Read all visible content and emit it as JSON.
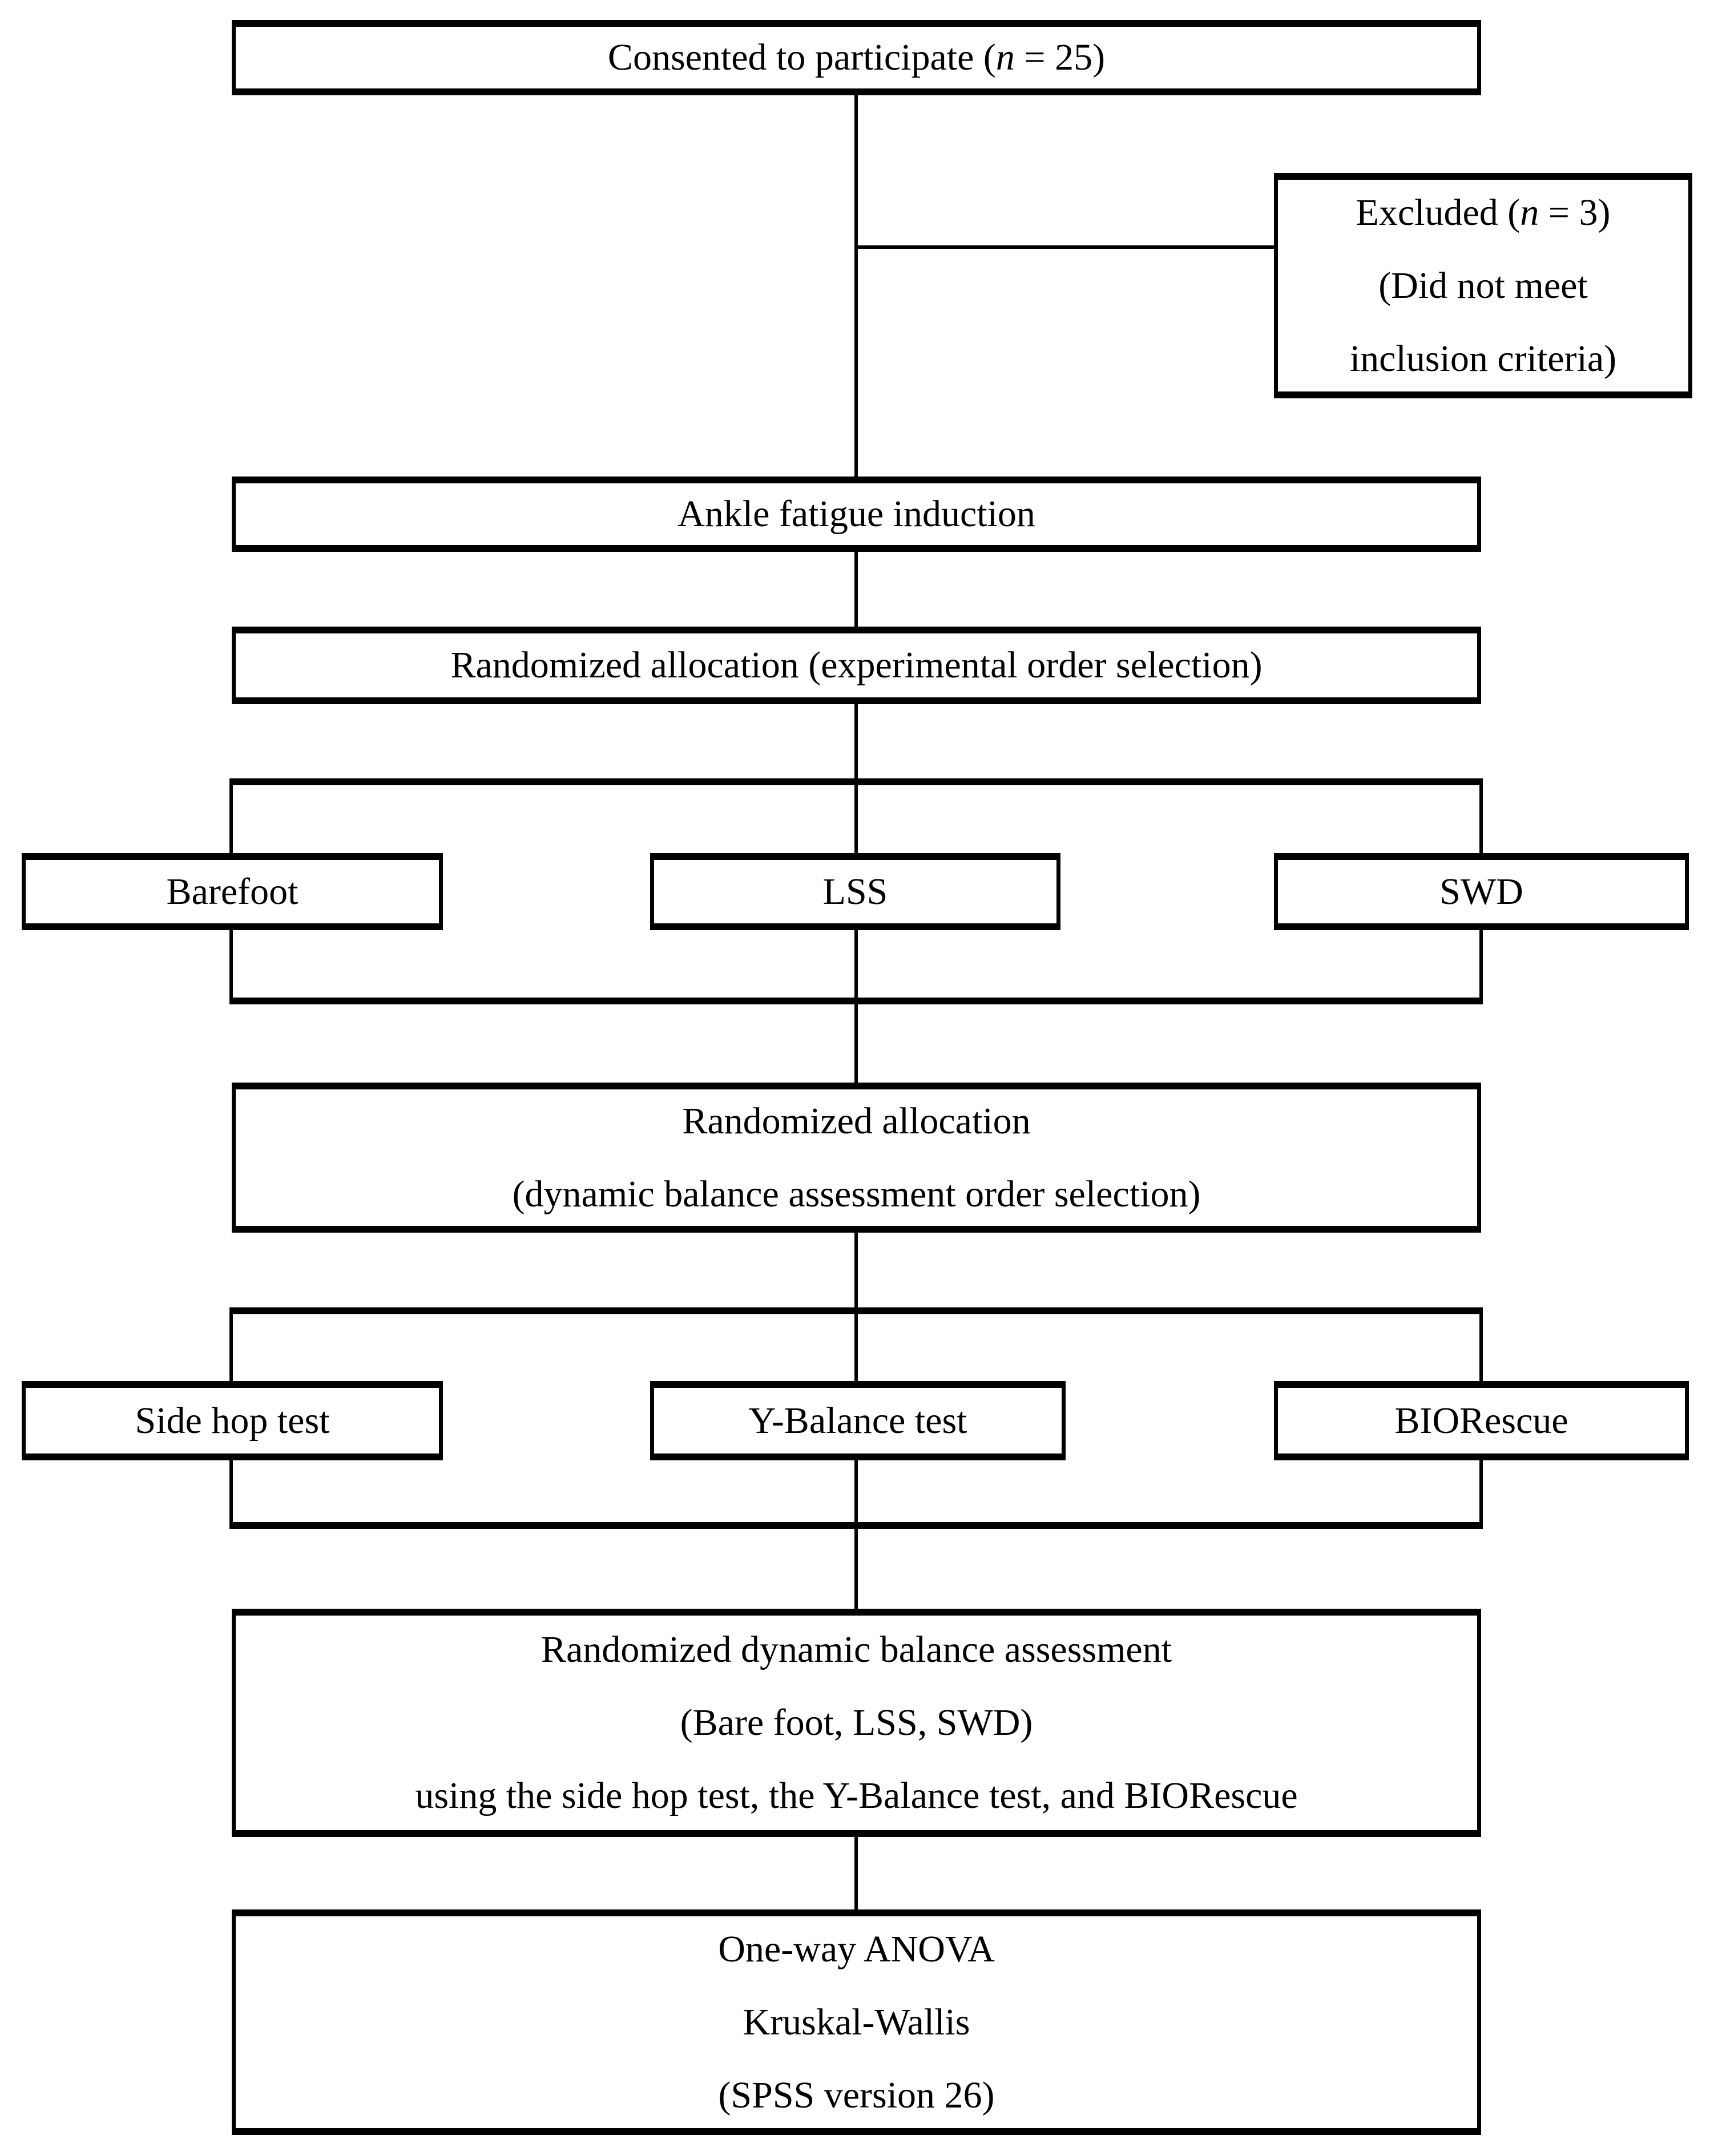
{
  "nodes": {
    "consent": {
      "pre": "Consented to participate (",
      "var": "n",
      "post": " = 25)"
    },
    "excluded": {
      "line1_pre": "Excluded (",
      "line1_var": "n",
      "line1_post": " = 3)",
      "line2": "(Did not meet",
      "line3": "inclusion criteria)"
    },
    "ankle_fatigue": {
      "text": "Ankle fatigue induction"
    },
    "randomization1": {
      "text": "Randomized allocation (experimental order selection)"
    },
    "condition_barefoot": {
      "text": "Barefoot"
    },
    "condition_lss": {
      "text": "LSS"
    },
    "condition_swd": {
      "text": "SWD"
    },
    "randomization2": {
      "line1": "Randomized allocation",
      "line2": "(dynamic balance assessment order selection)"
    },
    "test_side_hop": {
      "text": "Side hop test"
    },
    "test_y_balance": {
      "text": "Y-Balance test"
    },
    "test_biorescue": {
      "text": "BIORescue"
    },
    "assessment": {
      "line1": "Randomized dynamic balance assessment",
      "line2": "(Bare foot, LSS, SWD)",
      "line3": "using the side hop test, the Y-Balance test, and BIORescue"
    },
    "statistics": {
      "line1": "One-way ANOVA",
      "line2": "Kruskal-Wallis",
      "line3": "(SPSS version 26)"
    }
  },
  "colors": {
    "line": "#000000",
    "box_fill": "#ffffff",
    "background": "#ffffff",
    "text": "#000000"
  }
}
